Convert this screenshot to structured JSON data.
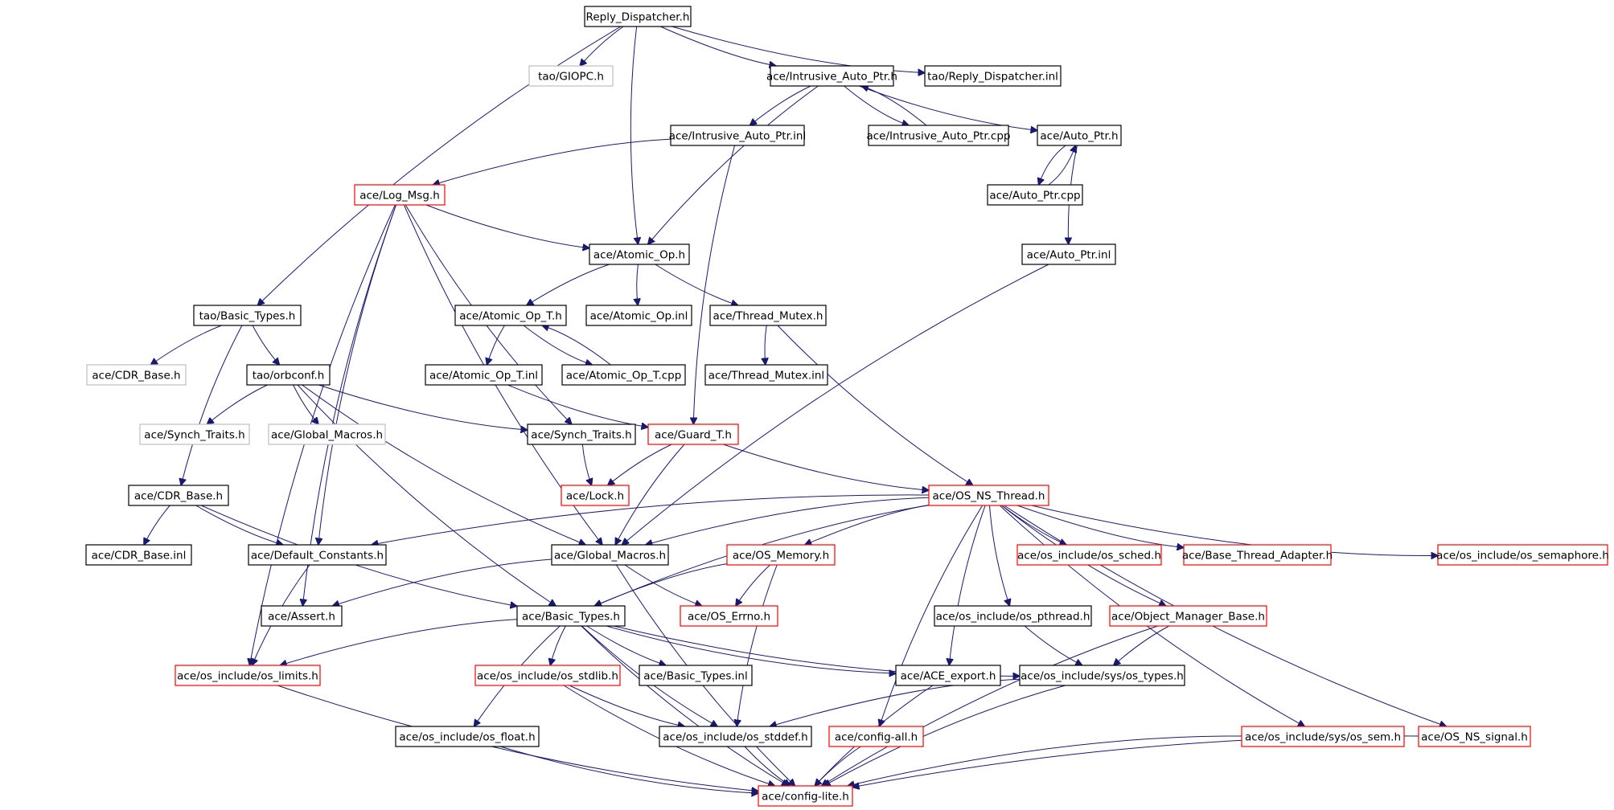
{
  "colors": {
    "edge": "#191970",
    "border_default": "#000000",
    "border_truncated": "#ff0000",
    "border_external": "#bfbfbf",
    "root_fill": "#bfbfbf",
    "node_fill": "#ffffff"
  },
  "nodes": [
    {
      "id": "reply_dispatcher_h",
      "label": "Reply_Dispatcher.h",
      "style": "root"
    },
    {
      "id": "tao_giopc_h",
      "label": "tao/GIOPC.h",
      "style": "external"
    },
    {
      "id": "ace_intrusive_auto_ptr_h",
      "label": "ace/Intrusive_Auto_Ptr.h",
      "style": "default"
    },
    {
      "id": "tao_reply_dispatcher_inl",
      "label": "tao/Reply_Dispatcher.inl",
      "style": "default"
    },
    {
      "id": "ace_intrusive_auto_ptr_inl",
      "label": "ace/Intrusive_Auto_Ptr.inl",
      "style": "default"
    },
    {
      "id": "ace_intrusive_auto_ptr_cpp",
      "label": "ace/Intrusive_Auto_Ptr.cpp",
      "style": "default"
    },
    {
      "id": "ace_auto_ptr_h",
      "label": "ace/Auto_Ptr.h",
      "style": "default"
    },
    {
      "id": "ace_auto_ptr_cpp",
      "label": "ace/Auto_Ptr.cpp",
      "style": "default"
    },
    {
      "id": "ace_log_msg_h",
      "label": "ace/Log_Msg.h",
      "style": "truncated"
    },
    {
      "id": "ace_atomic_op_h",
      "label": "ace/Atomic_Op.h",
      "style": "default"
    },
    {
      "id": "ace_auto_ptr_inl",
      "label": "ace/Auto_Ptr.inl",
      "style": "default"
    },
    {
      "id": "tao_basic_types_h",
      "label": "tao/Basic_Types.h",
      "style": "default"
    },
    {
      "id": "ace_atomic_op_t_h",
      "label": "ace/Atomic_Op_T.h",
      "style": "default"
    },
    {
      "id": "ace_atomic_op_inl",
      "label": "ace/Atomic_Op.inl",
      "style": "default"
    },
    {
      "id": "ace_thread_mutex_h",
      "label": "ace/Thread_Mutex.h",
      "style": "default"
    },
    {
      "id": "ace_cdr_base_h_ext",
      "label": "ace/CDR_Base.h",
      "style": "external"
    },
    {
      "id": "tao_orbconf_h",
      "label": "tao/orbconf.h",
      "style": "default"
    },
    {
      "id": "ace_atomic_op_t_inl",
      "label": "ace/Atomic_Op_T.inl",
      "style": "default"
    },
    {
      "id": "ace_atomic_op_t_cpp",
      "label": "ace/Atomic_Op_T.cpp",
      "style": "default"
    },
    {
      "id": "ace_thread_mutex_inl",
      "label": "ace/Thread_Mutex.inl",
      "style": "default"
    },
    {
      "id": "ace_synch_traits_h_ext",
      "label": "ace/Synch_Traits.h",
      "style": "external"
    },
    {
      "id": "ace_global_macros_h_ext",
      "label": "ace/Global_Macros.h",
      "style": "external"
    },
    {
      "id": "ace_synch_traits_h",
      "label": "ace/Synch_Traits.h",
      "style": "default"
    },
    {
      "id": "ace_guard_t_h",
      "label": "ace/Guard_T.h",
      "style": "truncated"
    },
    {
      "id": "ace_cdr_base_h",
      "label": "ace/CDR_Base.h",
      "style": "default"
    },
    {
      "id": "ace_lock_h",
      "label": "ace/Lock.h",
      "style": "truncated"
    },
    {
      "id": "ace_os_ns_thread_h",
      "label": "ace/OS_NS_Thread.h",
      "style": "truncated"
    },
    {
      "id": "ace_cdr_base_inl",
      "label": "ace/CDR_Base.inl",
      "style": "default"
    },
    {
      "id": "ace_default_constants_h",
      "label": "ace/Default_Constants.h",
      "style": "default"
    },
    {
      "id": "ace_global_macros_h",
      "label": "ace/Global_Macros.h",
      "style": "default"
    },
    {
      "id": "ace_os_memory_h",
      "label": "ace/OS_Memory.h",
      "style": "truncated"
    },
    {
      "id": "ace_os_include_os_sched_h",
      "label": "ace/os_include/os_sched.h",
      "style": "truncated"
    },
    {
      "id": "ace_base_thread_adapter_h",
      "label": "ace/Base_Thread_Adapter.h",
      "style": "truncated"
    },
    {
      "id": "ace_os_include_os_semaphore_h",
      "label": "ace/os_include/os_semaphore.h",
      "style": "truncated"
    },
    {
      "id": "ace_assert_h",
      "label": "ace/Assert.h",
      "style": "default"
    },
    {
      "id": "ace_basic_types_h",
      "label": "ace/Basic_Types.h",
      "style": "default"
    },
    {
      "id": "ace_os_errno_h",
      "label": "ace/OS_Errno.h",
      "style": "truncated"
    },
    {
      "id": "ace_os_include_os_pthread_h",
      "label": "ace/os_include/os_pthread.h",
      "style": "default"
    },
    {
      "id": "ace_object_manager_base_h",
      "label": "ace/Object_Manager_Base.h",
      "style": "truncated"
    },
    {
      "id": "ace_os_include_os_limits_h",
      "label": "ace/os_include/os_limits.h",
      "style": "truncated"
    },
    {
      "id": "ace_os_include_os_stdlib_h",
      "label": "ace/os_include/os_stdlib.h",
      "style": "truncated"
    },
    {
      "id": "ace_basic_types_inl",
      "label": "ace/Basic_Types.inl",
      "style": "default"
    },
    {
      "id": "ace_ace_export_h",
      "label": "ace/ACE_export.h",
      "style": "default"
    },
    {
      "id": "ace_os_include_sys_os_types_h",
      "label": "ace/os_include/sys/os_types.h",
      "style": "default"
    },
    {
      "id": "ace_os_include_os_float_h",
      "label": "ace/os_include/os_float.h",
      "style": "default"
    },
    {
      "id": "ace_os_include_os_stddef_h",
      "label": "ace/os_include/os_stddef.h",
      "style": "default"
    },
    {
      "id": "ace_config_all_h",
      "label": "ace/config-all.h",
      "style": "truncated"
    },
    {
      "id": "ace_os_include_sys_os_sem_h",
      "label": "ace/os_include/sys/os_sem.h",
      "style": "truncated"
    },
    {
      "id": "ace_os_ns_signal_h",
      "label": "ace/OS_NS_signal.h",
      "style": "truncated"
    },
    {
      "id": "ace_config_lite_h",
      "label": "ace/config-lite.h",
      "style": "truncated"
    }
  ],
  "edges": [
    [
      "reply_dispatcher_h",
      "tao_giopc_h"
    ],
    [
      "reply_dispatcher_h",
      "ace_intrusive_auto_ptr_h"
    ],
    [
      "reply_dispatcher_h",
      "tao_reply_dispatcher_inl"
    ],
    [
      "reply_dispatcher_h",
      "ace_atomic_op_h"
    ],
    [
      "reply_dispatcher_h",
      "tao_basic_types_h"
    ],
    [
      "ace_intrusive_auto_ptr_h",
      "ace_intrusive_auto_ptr_inl"
    ],
    [
      "ace_intrusive_auto_ptr_h",
      "ace_intrusive_auto_ptr_cpp"
    ],
    [
      "ace_intrusive_auto_ptr_h",
      "ace_auto_ptr_h"
    ],
    [
      "ace_intrusive_auto_ptr_h",
      "ace_atomic_op_h"
    ],
    [
      "ace_intrusive_auto_ptr_cpp",
      "ace_intrusive_auto_ptr_h"
    ],
    [
      "ace_intrusive_auto_ptr_inl",
      "ace_log_msg_h"
    ],
    [
      "ace_intrusive_auto_ptr_inl",
      "ace_guard_t_h"
    ],
    [
      "ace_auto_ptr_h",
      "ace_auto_ptr_cpp"
    ],
    [
      "ace_auto_ptr_h",
      "ace_auto_ptr_inl"
    ],
    [
      "ace_auto_ptr_cpp",
      "ace_auto_ptr_h"
    ],
    [
      "ace_auto_ptr_inl",
      "ace_global_macros_h"
    ],
    [
      "ace_log_msg_h",
      "ace_atomic_op_h"
    ],
    [
      "ace_log_msg_h",
      "ace_synch_traits_h"
    ],
    [
      "ace_log_msg_h",
      "ace_default_constants_h"
    ],
    [
      "ace_log_msg_h",
      "ace_global_macros_h"
    ],
    [
      "ace_log_msg_h",
      "ace_assert_h"
    ],
    [
      "ace_log_msg_h",
      "ace_os_include_os_limits_h"
    ],
    [
      "ace_atomic_op_h",
      "ace_atomic_op_t_h"
    ],
    [
      "ace_atomic_op_h",
      "ace_atomic_op_inl"
    ],
    [
      "ace_atomic_op_h",
      "ace_thread_mutex_h"
    ],
    [
      "ace_atomic_op_t_h",
      "ace_atomic_op_t_inl"
    ],
    [
      "ace_atomic_op_t_h",
      "ace_atomic_op_t_cpp"
    ],
    [
      "ace_atomic_op_t_cpp",
      "ace_atomic_op_t_h"
    ],
    [
      "ace_atomic_op_t_inl",
      "ace_guard_t_h"
    ],
    [
      "ace_thread_mutex_h",
      "ace_thread_mutex_inl"
    ],
    [
      "ace_thread_mutex_h",
      "ace_os_ns_thread_h"
    ],
    [
      "tao_basic_types_h",
      "ace_cdr_base_h_ext"
    ],
    [
      "tao_basic_types_h",
      "tao_orbconf_h"
    ],
    [
      "tao_basic_types_h",
      "ace_cdr_base_h"
    ],
    [
      "tao_orbconf_h",
      "ace_synch_traits_h_ext"
    ],
    [
      "tao_orbconf_h",
      "ace_global_macros_h_ext"
    ],
    [
      "tao_orbconf_h",
      "ace_synch_traits_h"
    ],
    [
      "tao_orbconf_h",
      "ace_global_macros_h"
    ],
    [
      "tao_orbconf_h",
      "ace_basic_types_h"
    ],
    [
      "ace_synch_traits_h",
      "ace_lock_h"
    ],
    [
      "ace_guard_t_h",
      "ace_lock_h"
    ],
    [
      "ace_guard_t_h",
      "ace_global_macros_h"
    ],
    [
      "ace_guard_t_h",
      "ace_os_ns_thread_h"
    ],
    [
      "ace_cdr_base_h",
      "ace_cdr_base_inl"
    ],
    [
      "ace_cdr_base_h",
      "ace_default_constants_h"
    ],
    [
      "ace_cdr_base_h",
      "ace_basic_types_h"
    ],
    [
      "ace_default_constants_h",
      "ace_os_include_os_limits_h"
    ],
    [
      "ace_os_ns_thread_h",
      "ace_default_constants_h"
    ],
    [
      "ace_os_ns_thread_h",
      "ace_global_macros_h"
    ],
    [
      "ace_os_ns_thread_h",
      "ace_basic_types_h"
    ],
    [
      "ace_os_ns_thread_h",
      "ace_os_memory_h"
    ],
    [
      "ace_os_ns_thread_h",
      "ace_os_include_os_sched_h"
    ],
    [
      "ace_os_ns_thread_h",
      "ace_base_thread_adapter_h"
    ],
    [
      "ace_os_ns_thread_h",
      "ace_os_include_os_semaphore_h"
    ],
    [
      "ace_os_ns_thread_h",
      "ace_os_include_os_pthread_h"
    ],
    [
      "ace_os_ns_thread_h",
      "ace_object_manager_base_h"
    ],
    [
      "ace_os_ns_thread_h",
      "ace_ace_export_h"
    ],
    [
      "ace_os_ns_thread_h",
      "ace_config_all_h"
    ],
    [
      "ace_os_ns_thread_h",
      "ace_os_include_sys_os_sem_h"
    ],
    [
      "ace_os_ns_thread_h",
      "ace_os_ns_signal_h"
    ],
    [
      "ace_global_macros_h",
      "ace_assert_h"
    ],
    [
      "ace_global_macros_h",
      "ace_os_errno_h"
    ],
    [
      "ace_global_macros_h",
      "ace_config_lite_h"
    ],
    [
      "ace_os_memory_h",
      "ace_basic_types_h"
    ],
    [
      "ace_os_memory_h",
      "ace_os_errno_h"
    ],
    [
      "ace_os_memory_h",
      "ace_os_include_os_stddef_h"
    ],
    [
      "ace_basic_types_h",
      "ace_os_include_os_limits_h"
    ],
    [
      "ace_basic_types_h",
      "ace_os_include_os_stdlib_h"
    ],
    [
      "ace_basic_types_h",
      "ace_basic_types_inl"
    ],
    [
      "ace_basic_types_h",
      "ace_ace_export_h"
    ],
    [
      "ace_basic_types_h",
      "ace_os_include_sys_os_types_h"
    ],
    [
      "ace_basic_types_h",
      "ace_os_include_os_float_h"
    ],
    [
      "ace_basic_types_h",
      "ace_os_include_os_stddef_h"
    ],
    [
      "ace_basic_types_h",
      "ace_config_lite_h"
    ],
    [
      "ace_os_include_os_pthread_h",
      "ace_os_include_sys_os_types_h"
    ],
    [
      "ace_object_manager_base_h",
      "ace_os_include_sys_os_types_h"
    ],
    [
      "ace_object_manager_base_h",
      "ace_config_lite_h"
    ],
    [
      "ace_os_include_os_limits_h",
      "ace_config_lite_h"
    ],
    [
      "ace_os_include_os_stdlib_h",
      "ace_os_include_os_stddef_h"
    ],
    [
      "ace_os_include_os_stdlib_h",
      "ace_config_lite_h"
    ],
    [
      "ace_ace_export_h",
      "ace_config_lite_h"
    ],
    [
      "ace_os_include_sys_os_types_h",
      "ace_os_include_os_stddef_h"
    ],
    [
      "ace_os_include_sys_os_types_h",
      "ace_config_lite_h"
    ],
    [
      "ace_os_include_os_float_h",
      "ace_config_lite_h"
    ],
    [
      "ace_os_include_os_stddef_h",
      "ace_config_lite_h"
    ],
    [
      "ace_config_all_h",
      "ace_config_lite_h"
    ],
    [
      "ace_os_include_sys_os_sem_h",
      "ace_config_lite_h"
    ],
    [
      "ace_os_ns_signal_h",
      "ace_config_lite_h"
    ]
  ]
}
